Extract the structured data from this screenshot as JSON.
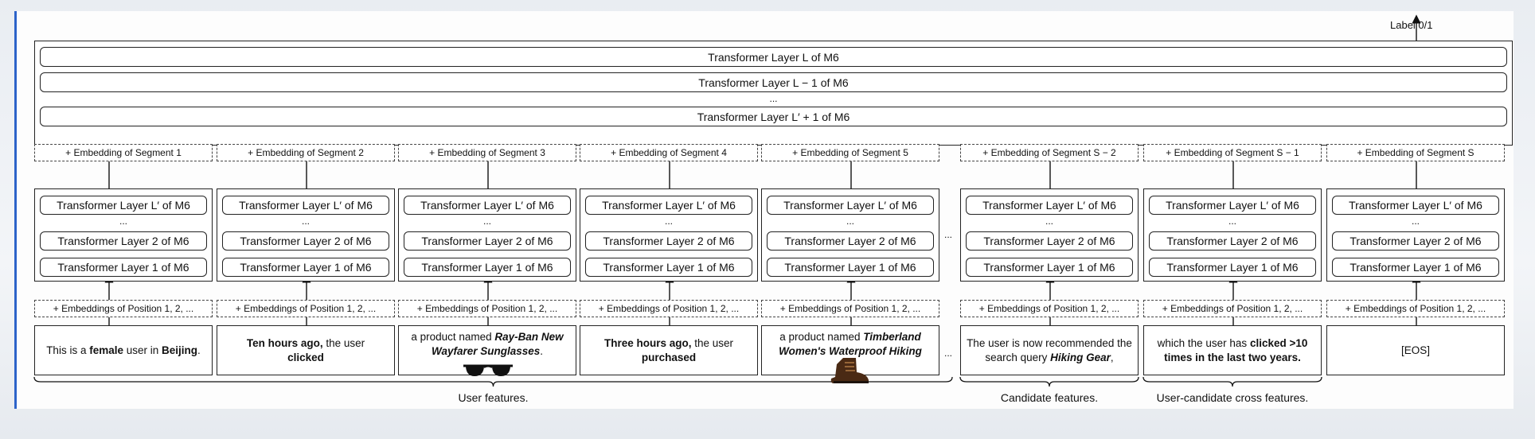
{
  "label_top": "Label 0/1",
  "top_stack": {
    "layer_top": "Transformer Layer L of M6",
    "layer_mid": "Transformer Layer L − 1 of M6",
    "ellipsis": "...",
    "layer_bottom": "Transformer Layer L′ + 1 of M6"
  },
  "columns": [
    {
      "segment": "+ Embedding of Segment 1",
      "layer_top": "Transformer Layer L′ of M6",
      "ellipsis": "...",
      "layer_2": "Transformer Layer 2 of M6",
      "layer_1": "Transformer Layer 1 of M6",
      "position": "+ Embeddings of Position 1, 2, ...",
      "text_html": "This is a <b>female</b> user in <b>Beijing</b>.",
      "image": ""
    },
    {
      "segment": "+ Embedding of Segment 2",
      "layer_top": "Transformer Layer L′ of M6",
      "ellipsis": "...",
      "layer_2": "Transformer Layer 2 of M6",
      "layer_1": "Transformer Layer 1 of M6",
      "position": "+ Embeddings of Position 1, 2, ...",
      "text_html": "<b>Ten hours ago,</b> the user<br><b>clicked</b>",
      "image": ""
    },
    {
      "segment": "+ Embedding of Segment 3",
      "layer_top": "Transformer Layer L′ of M6",
      "ellipsis": "...",
      "layer_2": "Transformer Layer 2 of M6",
      "layer_1": "Transformer Layer 1 of M6",
      "position": "+ Embeddings of Position 1, 2, ...",
      "text_html": "a product named <b><i>Ray-Ban New Wayfarer Sunglasses</i></b>.",
      "image": "sunglasses"
    },
    {
      "segment": "+ Embedding of Segment 4",
      "layer_top": "Transformer Layer L′ of M6",
      "ellipsis": "...",
      "layer_2": "Transformer Layer 2 of M6",
      "layer_1": "Transformer Layer 1 of M6",
      "position": "+ Embeddings of Position 1, 2, ...",
      "text_html": "<b>Three hours ago,</b> the user<br><b>purchased</b>",
      "image": ""
    },
    {
      "segment": "+ Embedding of Segment 5",
      "layer_top": "Transformer Layer L′ of M6",
      "ellipsis": "...",
      "layer_2": "Transformer Layer 2 of M6",
      "layer_1": "Transformer Layer 1 of M6",
      "position": "+ Embeddings of Position 1, 2, ...",
      "text_html": "a product named <b><i>Timberland Women's Waterproof Hiking</i></b>",
      "image": "boot"
    },
    {
      "segment": "+ Embedding of Segment S − 2",
      "layer_top": "Transformer Layer L′ of M6",
      "ellipsis": "...",
      "layer_2": "Transformer Layer 2 of M6",
      "layer_1": "Transformer Layer 1 of M6",
      "position": "+ Embeddings of Position 1, 2, ...",
      "text_html": "The user is now recommended the search query <b><i>Hiking Gear</i></b>,",
      "image": ""
    },
    {
      "segment": "+ Embedding of Segment S − 1",
      "layer_top": "Transformer Layer L′ of M6",
      "ellipsis": "...",
      "layer_2": "Transformer Layer 2 of M6",
      "layer_1": "Transformer Layer 1 of M6",
      "position": "+ Embeddings of Position 1, 2, ...",
      "text_html": "which the user has <b>clicked &gt;10 times in the last two years.</b>",
      "image": ""
    },
    {
      "segment": "+ Embedding of Segment S",
      "layer_top": "Transformer Layer L′ of M6",
      "ellipsis": "...",
      "layer_2": "Transformer Layer 2 of M6",
      "layer_1": "Transformer Layer 1 of M6",
      "position": "+ Embeddings of Position 1, 2, ...",
      "text_html": "[EOS]",
      "image": ""
    }
  ],
  "gap_ellipsis": "...",
  "groups": {
    "user": "User features.",
    "candidate": "Candidate features.",
    "cross": "User-candidate cross features."
  },
  "icons": {
    "sunglasses": "sunglasses-icon",
    "boot": "hiking-boot-icon"
  }
}
